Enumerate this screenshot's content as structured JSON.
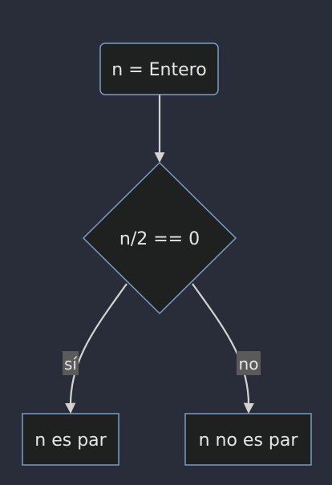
{
  "theme": {
    "background": "#282d39",
    "node_fill": "#1f2020",
    "node_stroke": "#7a9cc6",
    "edge_color": "#d3d3d3",
    "text_color": "#e6e6e6",
    "label_bg": "#5a5a5a"
  },
  "nodes": {
    "start": {
      "label": "n = Entero",
      "shape": "rounded-rectangle"
    },
    "decision": {
      "label": "n/2 == 0",
      "shape": "diamond"
    },
    "even": {
      "label": "n es par",
      "shape": "rectangle"
    },
    "odd": {
      "label": "n no es par",
      "shape": "rectangle"
    }
  },
  "edges": {
    "start_to_decision": {
      "from": "start",
      "to": "decision",
      "label": ""
    },
    "decision_to_even": {
      "from": "decision",
      "to": "even",
      "label": "sí"
    },
    "decision_to_odd": {
      "from": "decision",
      "to": "odd",
      "label": "no"
    }
  }
}
